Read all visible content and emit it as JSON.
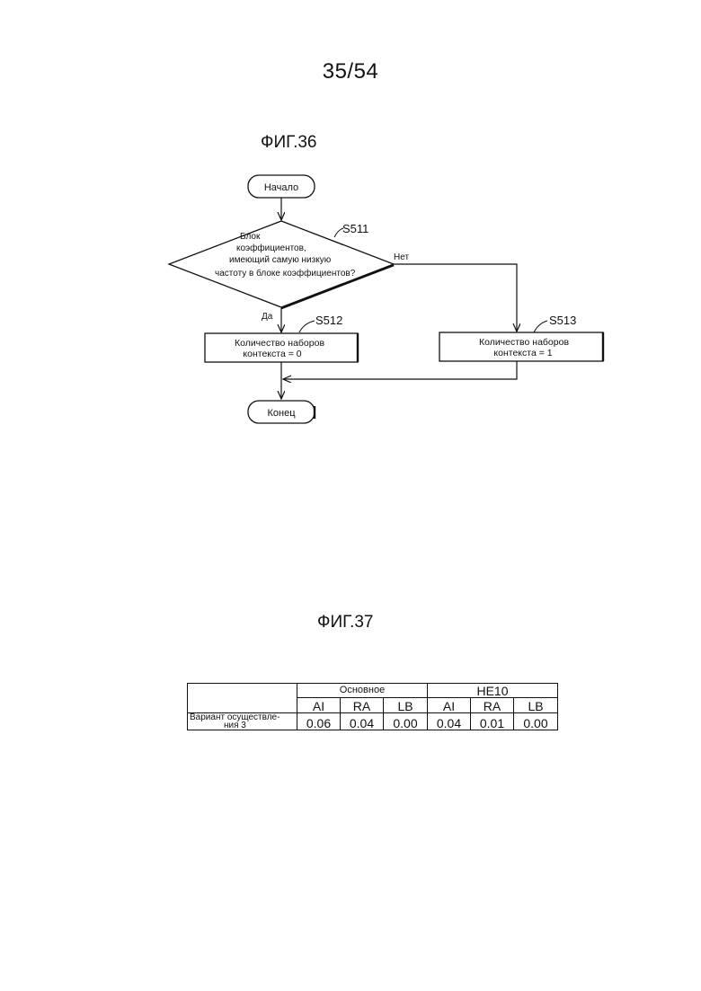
{
  "page": {
    "number": "35/54"
  },
  "figure36": {
    "title": "ФИГ.36",
    "start": "Начало",
    "end": "Конец",
    "decision": {
      "lines": [
        "Блок",
        "коэффициентов,",
        "имеющий самую низкую",
        "частоту в блоке коэффициентов?"
      ],
      "step": "S511",
      "yes": "Да",
      "no": "Нет"
    },
    "process_yes": {
      "step": "S512",
      "lines": [
        "Количество наборов",
        "контекста = 0"
      ]
    },
    "process_no": {
      "step": "S513",
      "lines": [
        "Количество наборов",
        "контекста = 1"
      ]
    }
  },
  "figure37": {
    "title": "ФИГ.37",
    "groups": [
      "Основное",
      "HE10"
    ],
    "columns": [
      "AI",
      "RA",
      "LB",
      "AI",
      "RA",
      "LB"
    ],
    "row_label_lines": [
      "Вариант осуществле-",
      "ния 3"
    ],
    "values": [
      "0.06",
      "0.04",
      "0.00",
      "0.04",
      "0.01",
      "0.00"
    ]
  }
}
